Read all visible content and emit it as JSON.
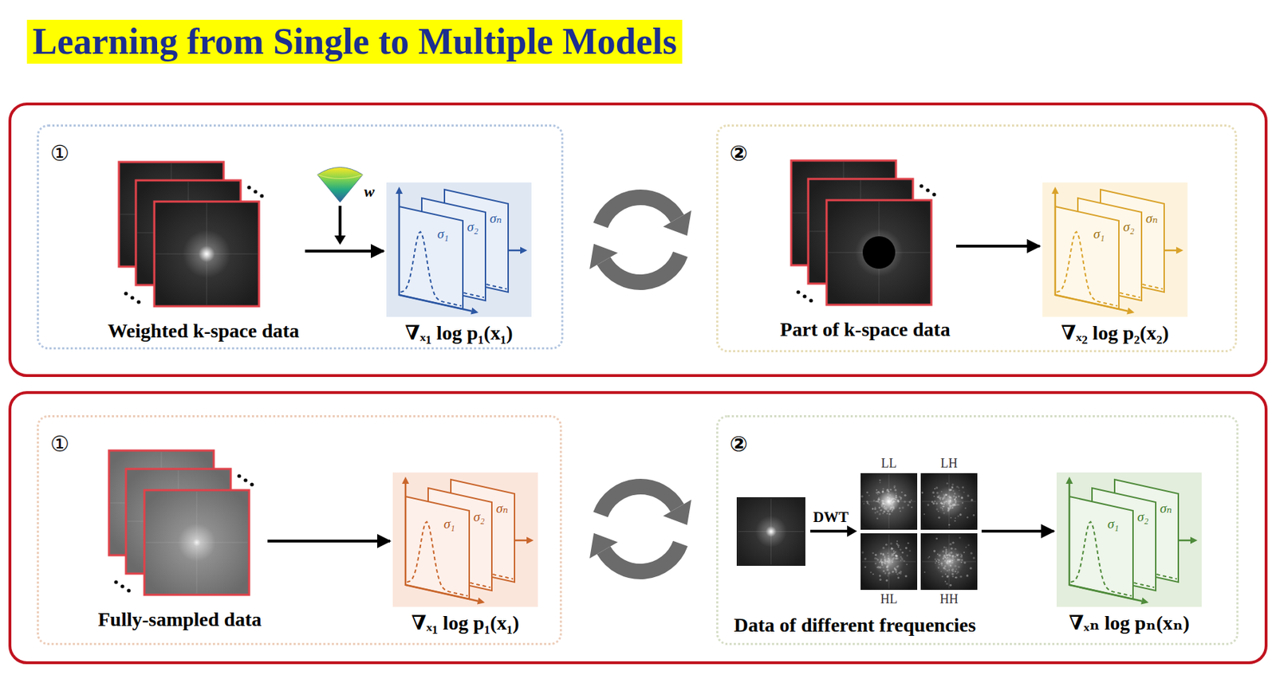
{
  "diagram": {
    "title": "Learning from Single to Multiple Models",
    "nodes": [
      {
        "text": [
          "①"
        ]
      },
      {
        "text": [
          "Weighted k-space data"
        ],
        "in": 0
      },
      {
        "text": [
          "σ₁",
          "σ₂",
          "σₙ",
          "∇ₓ₁ log p₁(x₁)"
        ],
        "in": 0
      },
      {
        "text": [
          "②"
        ]
      },
      {
        "text": [
          "Part of k-space data"
        ],
        "in": 3
      },
      {
        "text": [
          "σ₁",
          "σ₂",
          "σₙ",
          "∇ₓ₂ log p₂(x₂)"
        ],
        "in": 3
      },
      {
        "text": [
          "①"
        ]
      },
      {
        "text": [
          "Fully-sampled data"
        ],
        "in": 6
      },
      {
        "text": [
          "σ₁",
          "σ₂",
          "σₙ",
          "∇ₓ₁ log p₁(x₁)"
        ],
        "in": 6
      },
      {
        "text": [
          "②"
        ]
      },
      {
        "text": [
          "LL",
          "LH",
          "DWT",
          "HL",
          "HH",
          "Data of different frequencies"
        ],
        "in": 9
      },
      {
        "text": [
          "σ₁",
          "σ₂",
          "σₙ",
          "∇ₓₙ log pₙ(xₙ)"
        ],
        "in": 9
      }
    ],
    "edges": [
      {
        "from": 1,
        "to": 2,
        "arrow": "to"
      },
      {
        "from": 4,
        "to": 5,
        "arrow": "to"
      },
      {
        "from": 7,
        "to": 8,
        "arrow": "to"
      },
      {
        "from": 10,
        "to": 11,
        "arrow": "to"
      }
    ],
    "labels": [
      "w"
    ]
  }
}
